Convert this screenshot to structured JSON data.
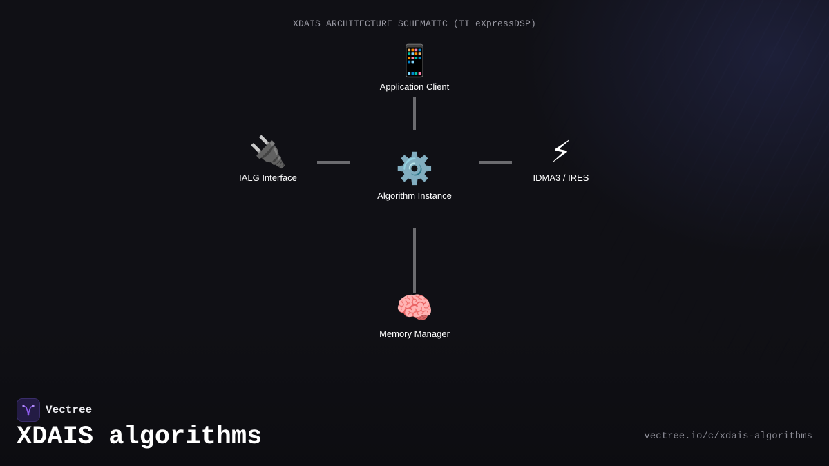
{
  "diagram": {
    "title": "XDAIS ARCHITECTURE SCHEMATIC (TI eXpressDSP)",
    "nodes": {
      "app_client": {
        "label": "Application Client",
        "icon": "mobile-phone-icon",
        "glyph": "📱"
      },
      "ialg": {
        "label": "IALG Interface",
        "icon": "electric-plug-icon",
        "glyph": "🔌"
      },
      "algorithm": {
        "label": "Algorithm Instance",
        "icon": "gear-icon",
        "glyph": "⚙️"
      },
      "idma": {
        "label": "IDMA3 / IRES",
        "icon": "lightning-icon",
        "glyph": "⚡"
      },
      "memory": {
        "label": "Memory Manager",
        "icon": "brain-icon",
        "glyph": "🧠"
      }
    },
    "connector_color": "#6b6b6f"
  },
  "brand": {
    "name": "Vectree",
    "logo": "vectree-logo-icon",
    "accent": "#8f5cf0"
  },
  "footer": {
    "title": "XDAIS algorithms",
    "url": "vectree.io/c/xdais-algorithms"
  }
}
